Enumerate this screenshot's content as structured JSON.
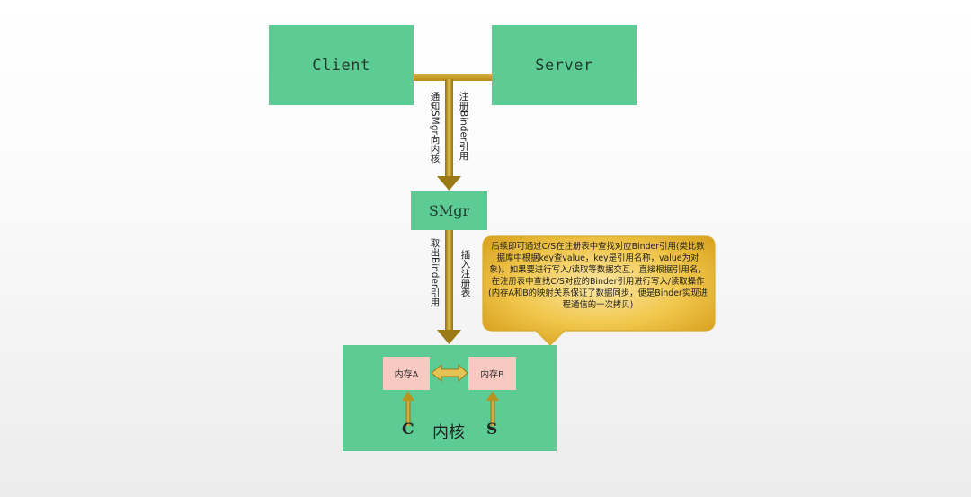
{
  "nodes": {
    "client": "Client",
    "server": "Server",
    "smgr": "SMgr",
    "kernel": "内核",
    "mem_a": "内存A",
    "mem_b": "内存B",
    "c_letter": "C",
    "s_letter": "S"
  },
  "edges": {
    "client_notify": "通知SMgr向内核",
    "server_register": "注册Binder引用",
    "fetch_binder": "取出Binder引用",
    "insert_table": "插入注册表"
  },
  "callout": {
    "text": "后续即可通过C/S在注册表中查找对应Binder引用(类比数据库中根据key查value，key是引用名称，value为对象)。如果要进行写入/读取等数据交互，直接根据引用名，在注册表中查找C/S对应的Binder引用进行写入/读取操作(内存A和B的映射关系保证了数据同步，便是Binder实现进程通信的一次拷贝)"
  },
  "colors": {
    "box_green": "#5ccb94",
    "arrow_gold": "#c9a227",
    "memory_pink": "#f7c9c0",
    "callout_gold": "#ebb93b"
  }
}
